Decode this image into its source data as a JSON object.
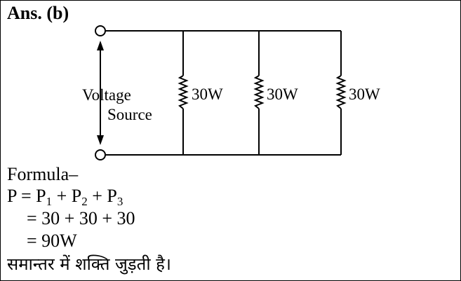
{
  "answer": "Ans. (b)",
  "diagram": {
    "source_label_line1": "Voltage",
    "source_label_line2": "Source",
    "resistors": [
      "30W",
      "30W",
      "30W"
    ]
  },
  "formula": {
    "heading": "Formula–",
    "eq1_lhs": "P = P",
    "eq1_sub1": "1",
    "eq1_plus1": " + P",
    "eq1_sub2": "2",
    "eq1_plus2": " + P",
    "eq1_sub3": "3",
    "eq2": "= 30 + 30 + 30",
    "eq3": "= 90W"
  },
  "conclusion": "समान्तर में शक्ति जुड़ती है।"
}
